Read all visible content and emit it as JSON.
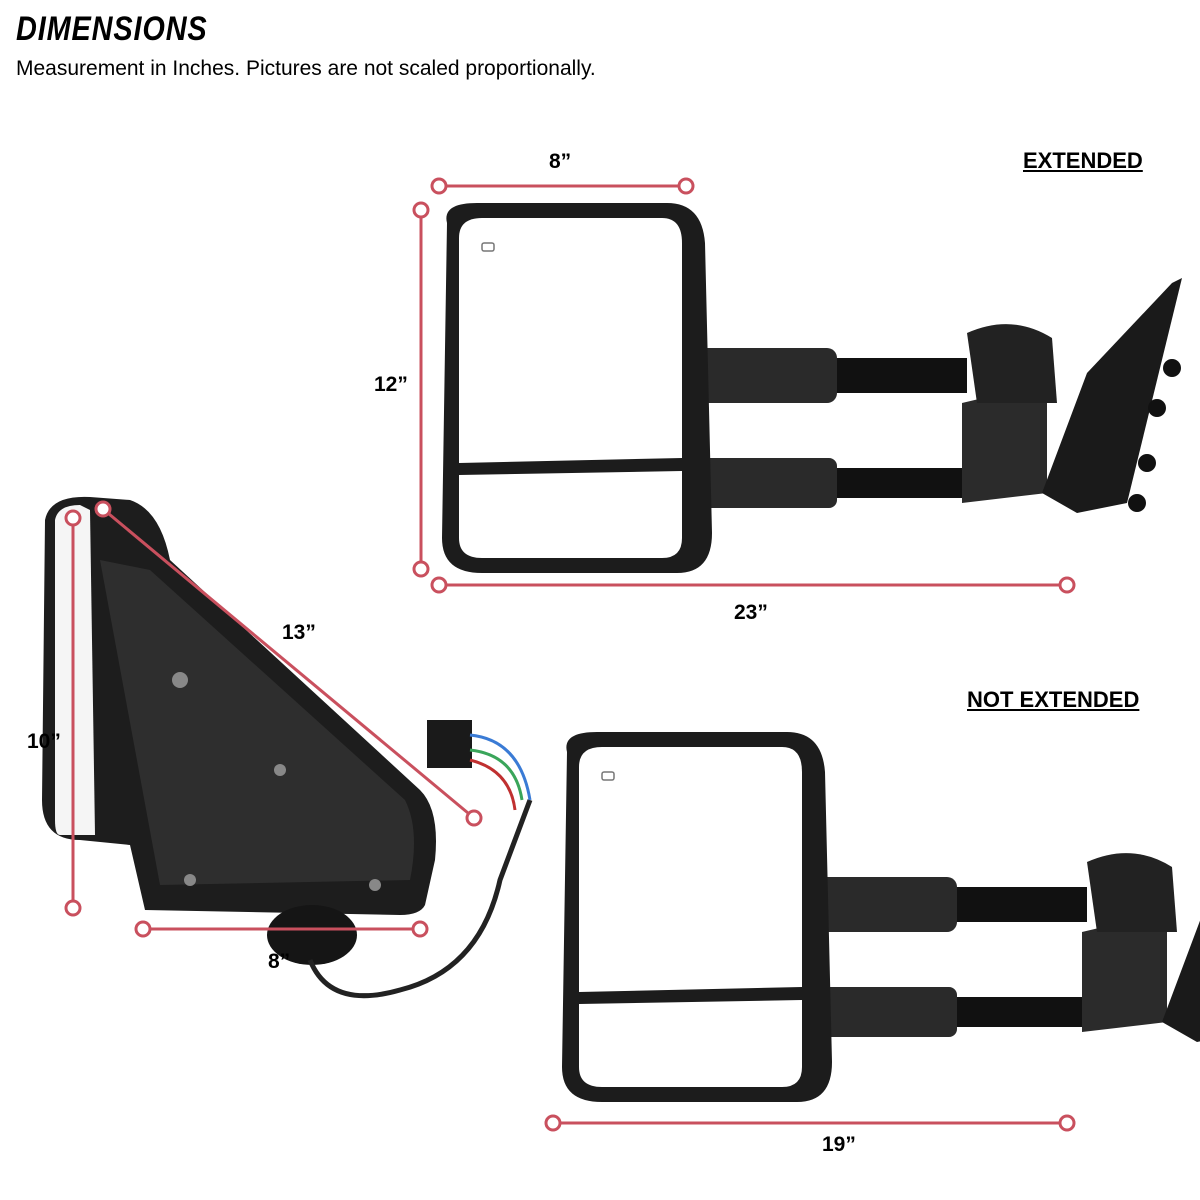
{
  "header": {
    "title": "DIMENSIONS",
    "subtitle": "Measurement in Inches. Pictures are not scaled proportionally."
  },
  "extended": {
    "heading": "EXTENDED",
    "width_label": "8”",
    "height_label": "12”",
    "length_label": "23”"
  },
  "not_extended": {
    "heading": "NOT EXTENDED",
    "length_label": "19”"
  },
  "rear_view": {
    "diagonal_label": "13”",
    "height_label": "10”",
    "width_label": "8”"
  },
  "colors": {
    "dimension_line": "#c9505e",
    "mirror_body": "#1c1c1c"
  }
}
